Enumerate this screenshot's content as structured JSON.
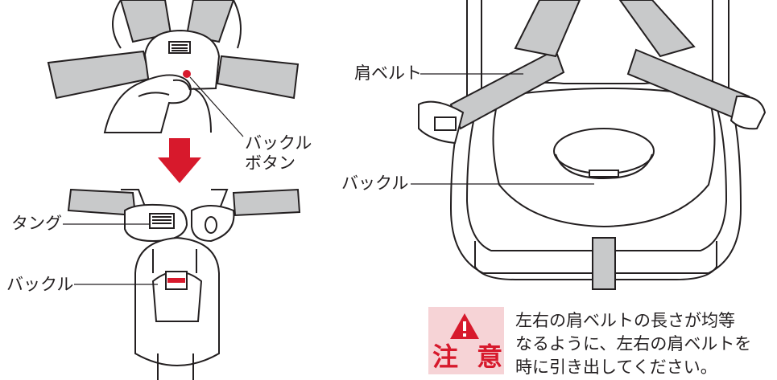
{
  "labels": {
    "buckle_button_line1": "バックル",
    "buckle_button_line2": "ボタン",
    "tongue": "タング",
    "buckle_left": "バックル",
    "shoulder_belt": "肩ベルト",
    "buckle_right": "バックル"
  },
  "caution": {
    "badge": "注 意",
    "icon": "warning-triangle-icon",
    "lines": [
      "左右の肩ベルトの長さが均等",
      "なるように、左右の肩ベルトを",
      "時に引き出してください。"
    ]
  },
  "colors": {
    "arrow": "#d7192c",
    "belt": "#c8c9ca",
    "line": "#231f20",
    "caution_bg": "#f6d3d6",
    "caution_red": "#d7192c"
  }
}
